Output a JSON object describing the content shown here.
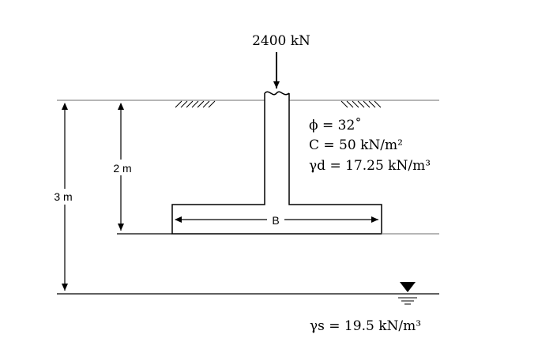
{
  "load": {
    "label": "2400 kN"
  },
  "soil": {
    "phi": "ϕ = 32˚",
    "cohesion": "C = 50 kN/m²",
    "gamma_d": "γd = 17.25 kN/m³",
    "gamma_s": "γs = 19.5 kN/m³"
  },
  "dimensions": {
    "depth_total": "3 m",
    "depth_foundation": "2 m",
    "width": "B"
  },
  "colors": {
    "stroke": "#000000",
    "background": "#ffffff",
    "ground_line": "#8a8a8a"
  }
}
